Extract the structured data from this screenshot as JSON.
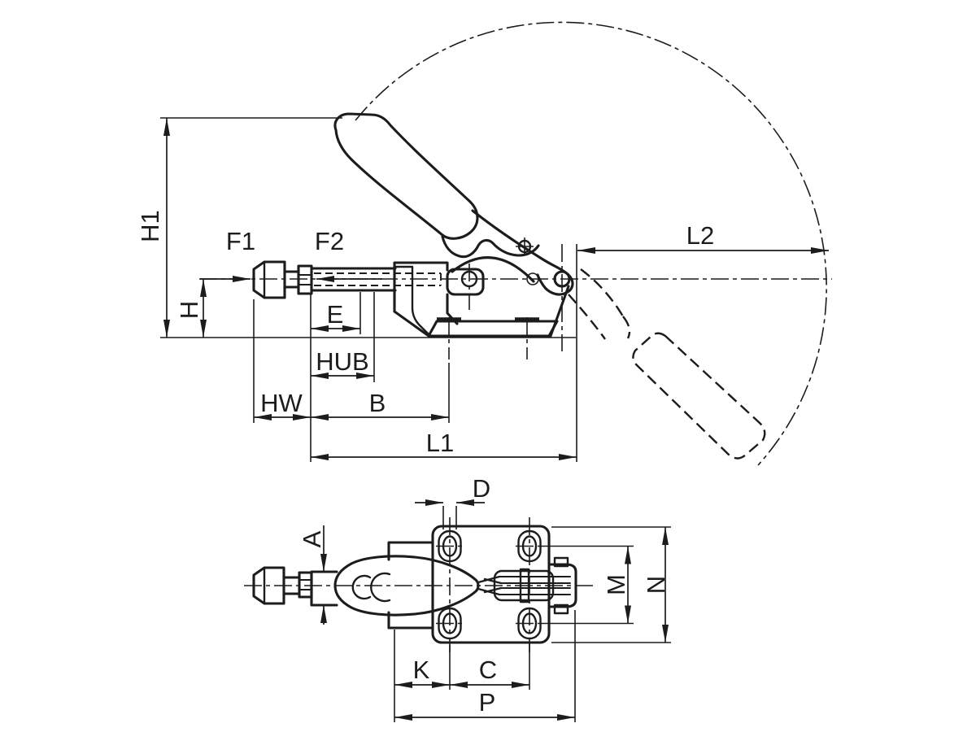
{
  "meta": {
    "description": "Technical dimension drawing of a push-pull toggle clamp, side view with handle swing arc and plan view with mounting plate",
    "colors": {
      "ink": "#1c1c1c",
      "background": "#ffffff"
    }
  },
  "side_view": {
    "labels": {
      "h1": "H1",
      "h": "H",
      "f1": "F1",
      "f2": "F2",
      "e": "E",
      "hub": "HUB",
      "hw": "HW",
      "b": "B",
      "l1": "L1",
      "l2": "L2"
    }
  },
  "plan_view": {
    "labels": {
      "d": "D",
      "a": "A",
      "m": "M",
      "n": "N",
      "k": "K",
      "c": "C",
      "p": "P"
    },
    "ce_mark": "CE"
  }
}
